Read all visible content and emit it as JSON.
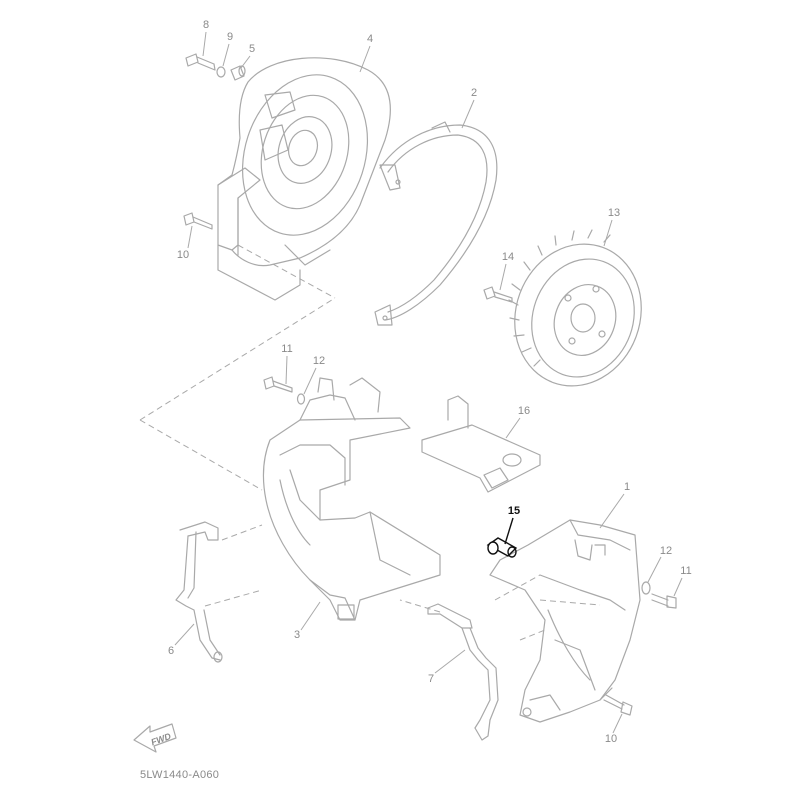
{
  "diagram": {
    "diagram_code": "5LW1440-A060",
    "fwd_label": "FWD",
    "highlighted_callout": "15",
    "callouts": {
      "c8": "8",
      "c9": "9",
      "c5": "5",
      "c4": "4",
      "c2": "2",
      "c10a": "10",
      "c13": "13",
      "c14": "14",
      "c11a": "11",
      "c12a": "12",
      "c16": "16",
      "c1": "1",
      "c15": "15",
      "c12b": "12",
      "c11b": "11",
      "c3": "3",
      "c6": "6",
      "c7": "7",
      "c10b": "10"
    },
    "colors": {
      "linework": "#a9a9a9",
      "label": "#8a8a8a",
      "highlight": "#111111",
      "background": "#ffffff"
    }
  }
}
